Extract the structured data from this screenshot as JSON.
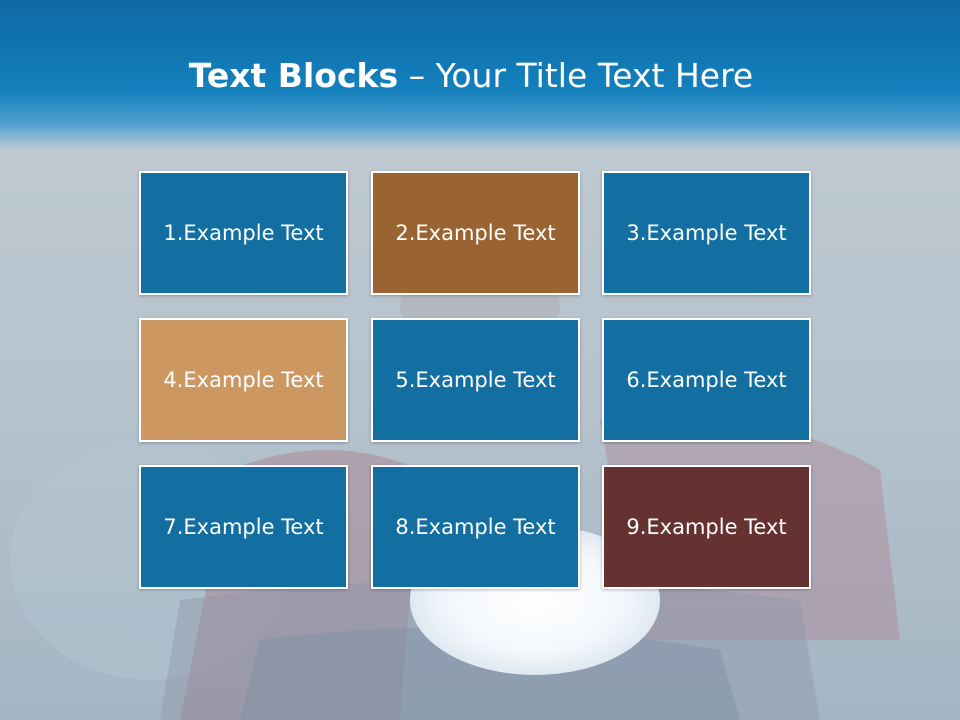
{
  "slide": {
    "title_bold": "Text Blocks",
    "title_dash": "–",
    "title_rest": "Your Title Text Here"
  },
  "blocks": [
    {
      "label": "1.Example Text",
      "color": "#136fa2"
    },
    {
      "label": "2.Example Text",
      "color": "#9a6432"
    },
    {
      "label": "3.Example Text",
      "color": "#136fa2"
    },
    {
      "label": "4.Example Text",
      "color": "#cd9762"
    },
    {
      "label": "5.Example Text",
      "color": "#136fa2"
    },
    {
      "label": "6.Example Text",
      "color": "#136fa2"
    },
    {
      "label": "7.Example Text",
      "color": "#136fa2"
    },
    {
      "label": "8.Example Text",
      "color": "#136fa2"
    },
    {
      "label": "9.Example Text",
      "color": "#663131"
    }
  ],
  "colors": {
    "title_bar": "#1380bd",
    "block_border": "#ffffff",
    "text": "#ffffff"
  }
}
